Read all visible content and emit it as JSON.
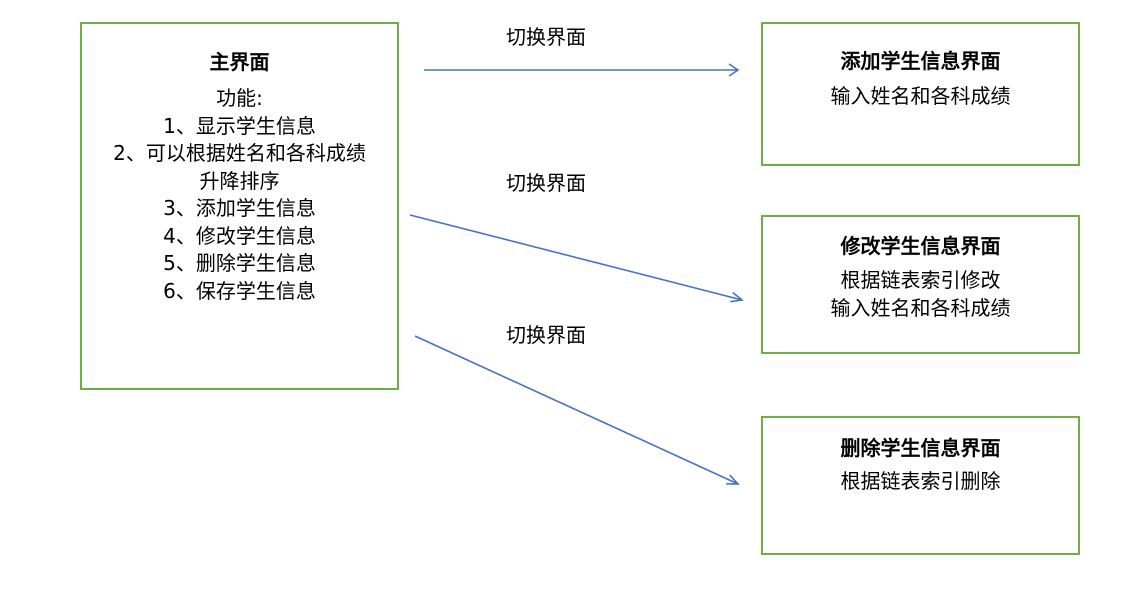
{
  "main_box": {
    "title": "主界面",
    "features_label": "功能:",
    "features": [
      "1、显示学生信息",
      "2、可以根据姓名和各科成绩",
      "升降排序",
      "3、添加学生信息",
      "4、修改学生信息",
      "5、删除学生信息",
      "6、保存学生信息"
    ]
  },
  "add_box": {
    "title": "添加学生信息界面",
    "lines": [
      "输入姓名和各科成绩"
    ]
  },
  "modify_box": {
    "title": "修改学生信息界面",
    "lines": [
      "根据链表索引修改",
      "输入姓名和各科成绩"
    ]
  },
  "delete_box": {
    "title": "删除学生信息界面",
    "lines": [
      "根据链表索引删除"
    ]
  },
  "edge_labels": [
    "切换界面",
    "切换界面",
    "切换界面"
  ],
  "colors": {
    "box_border": "#70ad47",
    "arrow": "#4472c4"
  }
}
